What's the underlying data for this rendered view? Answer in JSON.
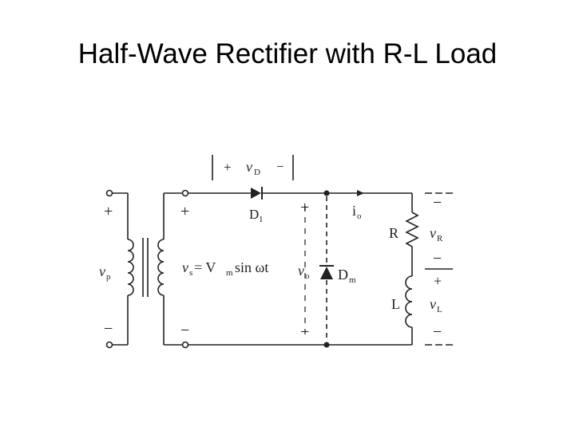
{
  "title": "Half-Wave Rectifier with R-L Load",
  "diagram": {
    "vd_plus": "+",
    "vd_v": "v",
    "vd_sub": "D",
    "vd_minus": "−",
    "d1_label": "D",
    "d1_sub": "1",
    "io_label": "i",
    "io_sub": "o",
    "r_label": "R",
    "vr_v": "v",
    "vr_sub": "R",
    "l_label": "L",
    "vl_v": "v",
    "vl_sub": "L",
    "vp_v": "v",
    "vp_sub": "p",
    "vs_expr_left": "v",
    "vs_sub": "s",
    "vs_expr_mid": " = V",
    "vm_sub": "m",
    "vs_expr_right": " sin ωt",
    "vo_v": "v",
    "vo_sub": "o",
    "dm_label": "D",
    "dm_sub": "m",
    "prim_plus": "+",
    "prim_minus": "−",
    "sec_plus": "+",
    "sec_minus": "−",
    "out_plus": "+",
    "out_minus": "−",
    "vr_top": "−",
    "vr_bottom": "−",
    "vl_top": "+",
    "vl_bottom": "−"
  }
}
